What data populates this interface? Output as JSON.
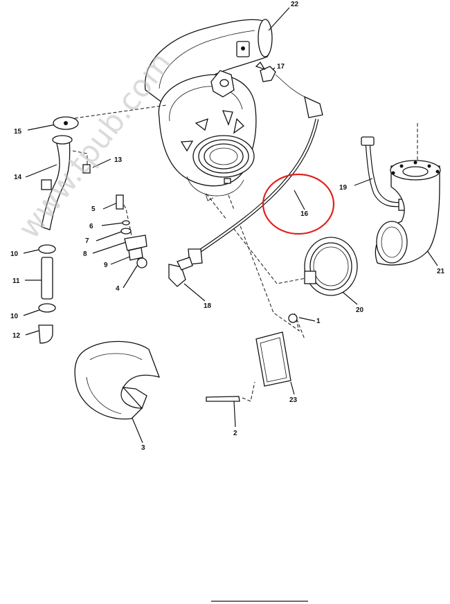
{
  "watermark": "www.tpub.com",
  "highlight": {
    "part": "16",
    "color": "#e0201a"
  },
  "callouts": {
    "c1": "1",
    "c2": "2",
    "c3": "3",
    "c4": "4",
    "c5": "5",
    "c6": "6",
    "c7": "7",
    "c8": "8",
    "c9": "9",
    "c10a": "10",
    "c10b": "10",
    "c11": "11",
    "c12": "12",
    "c13": "13",
    "c14": "14",
    "c15": "15",
    "c16": "16",
    "c17": "17",
    "c18": "18",
    "c19": "19",
    "c20": "20",
    "c21": "21",
    "c22": "22",
    "c23": "23"
  }
}
